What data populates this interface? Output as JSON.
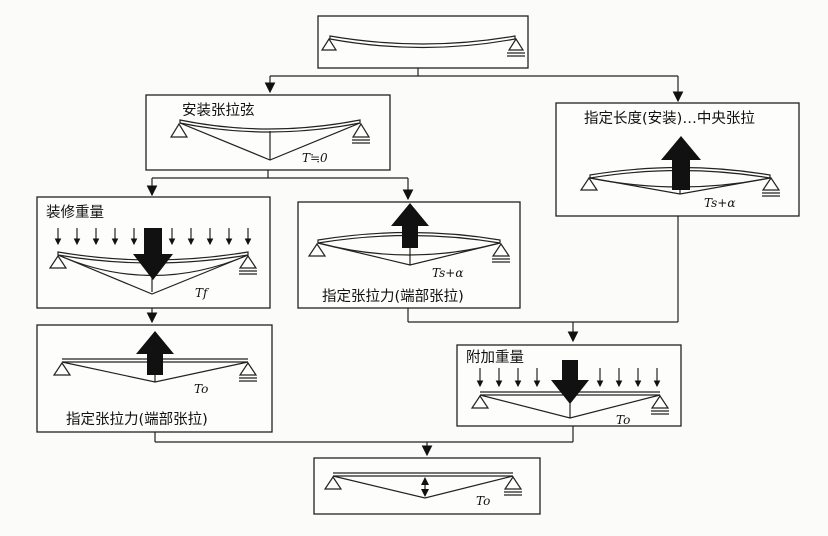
{
  "diagram": {
    "steps": {
      "install_tension": {
        "label": "安装张拉弦",
        "tension": "T≒0"
      },
      "center_tension": {
        "label": "指定长度(安装)…中央张拉",
        "tension": "Ts+α"
      },
      "finish_load": {
        "label": "装修重量",
        "tension": "Tf"
      },
      "end_tension_a": {
        "label": "指定张拉力(端部张拉)",
        "tension": "Ts+α"
      },
      "end_tension_b": {
        "label": "指定张拉力(端部张拉)",
        "tension": "To"
      },
      "additional_load": {
        "label": "附加重量",
        "tension": "To"
      },
      "final_state": {
        "tension": "To"
      }
    }
  }
}
